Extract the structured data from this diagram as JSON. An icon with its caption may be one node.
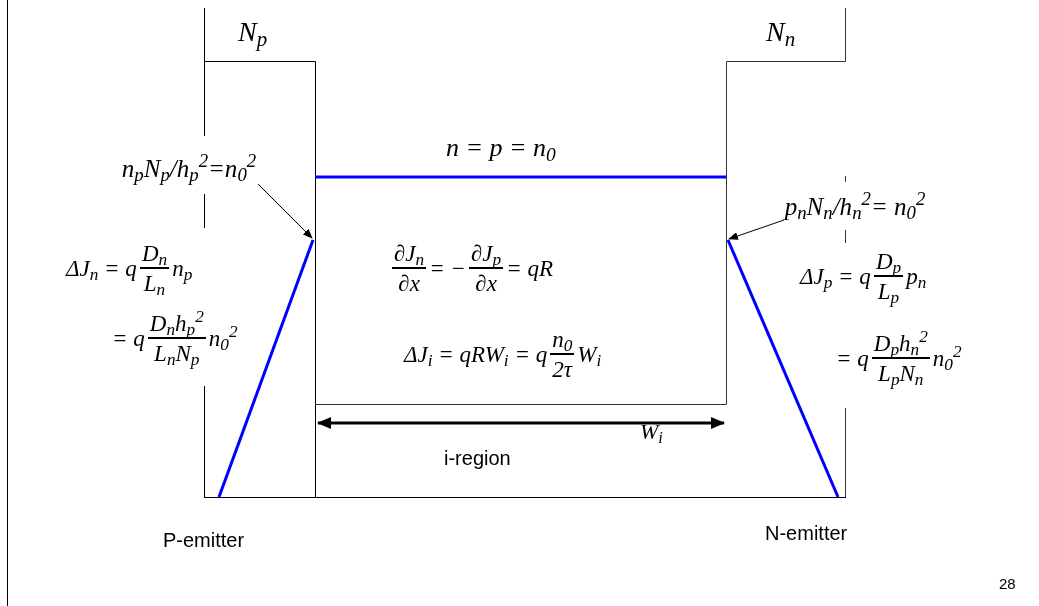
{
  "diagram": {
    "nodes": [
      {
        "text": [
          "n$_{p}$N$_{p}$/h$_{p}$$^{2}$=n$_{0}$$^{2}$"
        ]
      },
      {
        "text": [
          "p$_{n}$N$_{n}$/h$_{n}$$^{2}$= n$_{0}$$^{2}$"
        ]
      }
    ],
    "edges": [
      {
        "from": 0,
        "to": null,
        "arrow": "to"
      },
      {
        "from": 1,
        "to": null,
        "arrow": "to"
      }
    ],
    "labels": [
      "N$_{p}$",
      "N$_{n}$",
      "n = p = n$_{0}$",
      "ΔJ$_{n}$ = q",
      "D$_{n}$",
      "L$_{n}$",
      "n$_{p}$",
      "∂J$_{n}$",
      "∂x",
      "= −",
      "∂J$_{p}$",
      "∂x",
      "= qR",
      "ΔJ$_{p}$ = q",
      "D$_{p}$",
      "L$_{p}$",
      "p$_{n}$",
      "= q",
      "D$_{n}$h$_{p}$$^{2}$",
      "L$_{n}$N$_{p}$",
      "n$_{0}$$^{2}$",
      "ΔJ$_{i}$ = qRW$_{i}$ = q",
      "n$_{0}$",
      "2τ",
      "W$_{i}$",
      "= q",
      "D$_{p}$h$_{n}$$^{2}$",
      "L$_{p}$N$_{n}$",
      "n$_{0}$$^{2}$",
      "W$_{i}$",
      "i-region",
      "P-emitter",
      "N-emitter",
      "28"
    ]
  }
}
